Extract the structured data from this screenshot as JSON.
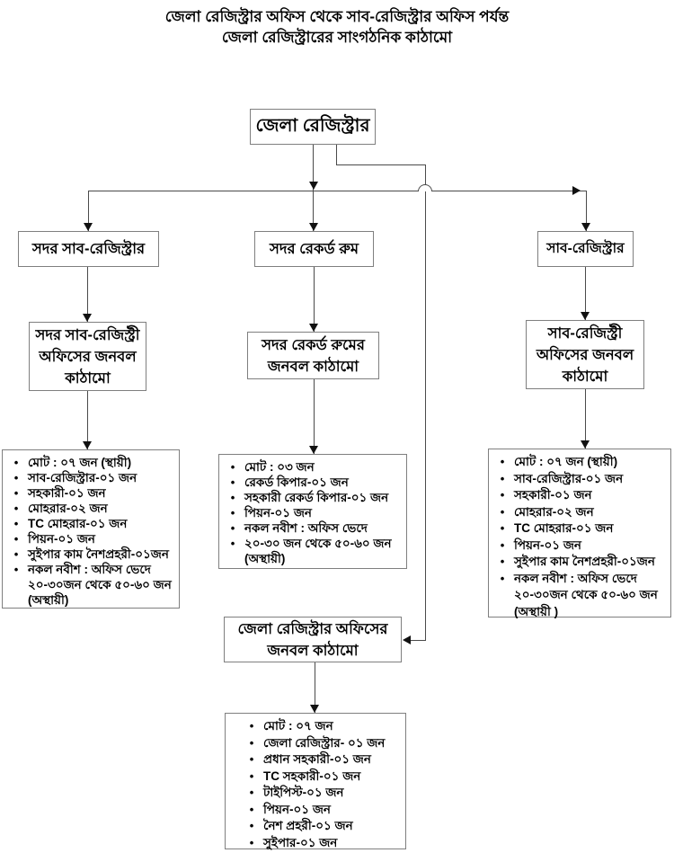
{
  "title": {
    "line1": "জেলা রেজিস্ট্রার অফিস থেকে সাব-রেজিস্ট্রার অফিস পর্যন্ত",
    "line2": "জেলা রেজিস্ট্রারের সাংগঠনিক কাঠামো"
  },
  "org": {
    "root": {
      "label": "জেলা রেজিস্ট্রার"
    },
    "sadar_sub_registrar": {
      "label": "সদর সাব-রেজিস্ট্রার"
    },
    "sadar_record_room": {
      "label": "সদর রেকর্ড রুম"
    },
    "sub_registrar": {
      "label": "সাব-রেজিস্ট্রার"
    },
    "sadar_sub_registry_staff": {
      "label": "সদর সাব-রেজিস্ট্রী\nঅফিসের জনবল\nকাঠামো"
    },
    "sadar_record_room_staff": {
      "label": "সদর রেকর্ড রুমের\nজনবল কাঠামো"
    },
    "sub_registry_staff": {
      "label": "সাব-রেজিস্ট্রী\nঅফিসের জনবল\nকাঠামো"
    },
    "district_registrar_office_staff": {
      "label": "জেলা রেজিস্ট্রার অফিসের\nজনবল কাঠামো"
    }
  },
  "lists": {
    "sadar_sub_registry": {
      "items": [
        "মোট : ০৭ জন (স্থায়ী)",
        "সাব-রেজিস্ট্রার-০১ জন",
        "সহকারী-০১ জন",
        "মোহরার-০২ জন",
        "TC মোহরার-০১ জন",
        "পিয়ন-০১ জন",
        "সুইপার কাম নৈশপ্রহরী-০১জন",
        "নকল নবীশ : অফিস ভেদে ২০-৩০জন থেকে ৫০-৬০ জন (অস্থায়ী)"
      ]
    },
    "sadar_record_room": {
      "items": [
        "মোট : ০৩ জন",
        "রেকর্ড কিপার-০১ জন",
        "সহকারী রেকর্ড কিপার-০১ জন",
        "পিয়ন-০১ জন",
        "নকল নবীশ : অফিস ভেদে",
        "২০-৩০ জন থেকে ৫০-৬০ জন (অস্থায়ী)"
      ]
    },
    "sub_registry": {
      "items": [
        "মোট : ০৭ জন (স্থায়ী)",
        "সাব-রেজিস্ট্রার-০১ জন",
        "সহকারী-০১ জন",
        "মোহরার-০২ জন",
        "TC মোহরার-০১ জন",
        "পিয়ন-০১ জন",
        "সুইপার কাম নৈশপ্রহরী-০১জন",
        "নকল নবীশ : অফিস ভেদে ২০-৩০জন থেকে ৫০-৬০ জন (অস্থায়ী )"
      ]
    },
    "district_registrar_office": {
      "items": [
        "মোট : ০৭ জন",
        "জেলা রেজিস্ট্রার- ০১ জন",
        "প্রধান সহকারী-০১ জন",
        "TC সহকারী-০১ জন",
        "টাইপিস্ট-০১ জন",
        "পিয়ন-০১ জন",
        "নৈশ প্রহরী-০১ জন",
        "সুইপার-০১ জন"
      ]
    }
  },
  "icons": {
    "bullet": "•"
  },
  "colors": {
    "background": "#ffffff",
    "text": "#000000",
    "line": "#4a4a4a",
    "box_border": "#7f7f7f",
    "arrow": "#111111"
  }
}
